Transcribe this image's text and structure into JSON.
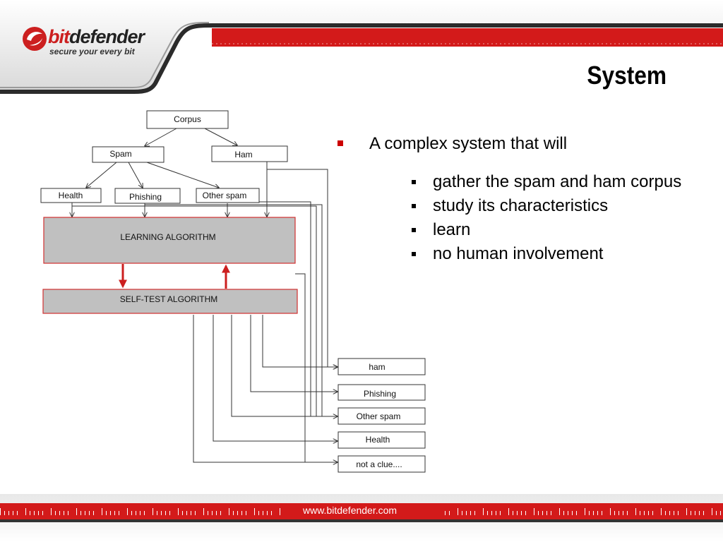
{
  "header": {
    "logo": {
      "word_bit": "bit",
      "word_defender": "defender",
      "tagline": "secure your every bit"
    },
    "title": "System"
  },
  "diagram": {
    "boxes": {
      "corpus": "Corpus",
      "spam": "Spam",
      "ham": "Ham",
      "health": "Health",
      "phishing": "Phishing",
      "other_spam": "Other spam",
      "learning": "LEARNING ALGORITHM",
      "selftest": "SELF-TEST ALGORITHM"
    },
    "outputs": [
      "ham",
      "Phishing",
      "Other spam",
      "Health",
      "not a clue...."
    ]
  },
  "bullets": {
    "main": "A complex system that will",
    "sub": [
      "gather the spam and ham corpus",
      "study its characteristics",
      "learn",
      "no human involvement"
    ]
  },
  "footer": {
    "url": "www.bitdefender.com"
  },
  "colors": {
    "brand_red": "#cc1f1f",
    "algo_fill": "#c0c0c0",
    "algo_border": "#d03030",
    "bullet_red": "#cc0000"
  }
}
